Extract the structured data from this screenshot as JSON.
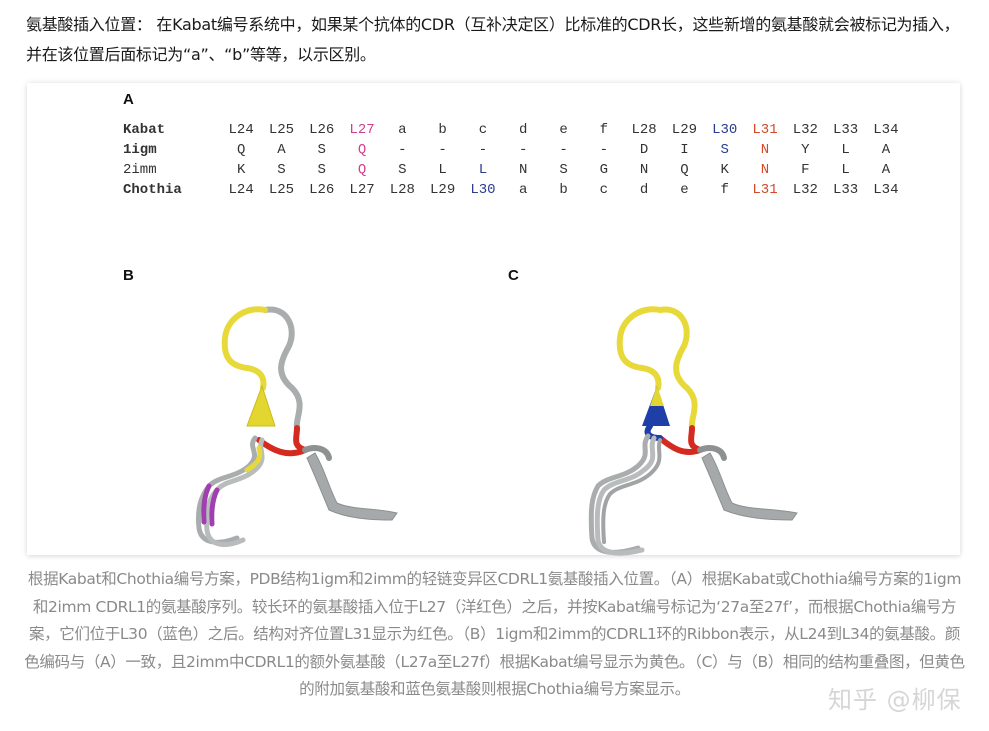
{
  "intro": {
    "text": "氨基酸插入位置： 在Kabat编号系统中，如果某个抗体的CDR（互补决定区）比标准的CDR长，这些新增的氨基酸就会被标记为插入，并在该位置后面标记为“a”、“b”等等，以示区别。"
  },
  "figure": {
    "panel_a": {
      "label": "A",
      "rows": [
        {
          "name": "Kabat",
          "bold": true,
          "cells": [
            {
              "v": "L24"
            },
            {
              "v": "L25"
            },
            {
              "v": "L26"
            },
            {
              "v": "L27",
              "color": "magenta"
            },
            {
              "v": "a"
            },
            {
              "v": "b"
            },
            {
              "v": "c"
            },
            {
              "v": "d"
            },
            {
              "v": "e"
            },
            {
              "v": "f"
            },
            {
              "v": "L28"
            },
            {
              "v": "L29"
            },
            {
              "v": "L30",
              "color": "blue"
            },
            {
              "v": "L31",
              "color": "red"
            },
            {
              "v": "L32"
            },
            {
              "v": "L33"
            },
            {
              "v": "L34"
            }
          ]
        },
        {
          "name": "1igm",
          "bold": true,
          "cells": [
            {
              "v": "Q"
            },
            {
              "v": "A"
            },
            {
              "v": "S"
            },
            {
              "v": "Q",
              "color": "magenta"
            },
            {
              "v": "-"
            },
            {
              "v": "-"
            },
            {
              "v": "-"
            },
            {
              "v": "-"
            },
            {
              "v": "-"
            },
            {
              "v": "-"
            },
            {
              "v": "D"
            },
            {
              "v": "I"
            },
            {
              "v": "S",
              "color": "blue"
            },
            {
              "v": "N",
              "color": "red"
            },
            {
              "v": "Y"
            },
            {
              "v": "L"
            },
            {
              "v": "A"
            }
          ]
        },
        {
          "name": "2imm",
          "bold": false,
          "cells": [
            {
              "v": "K"
            },
            {
              "v": "S"
            },
            {
              "v": "S"
            },
            {
              "v": "Q",
              "color": "magenta"
            },
            {
              "v": "S"
            },
            {
              "v": "L"
            },
            {
              "v": "L",
              "color": "blue"
            },
            {
              "v": "N"
            },
            {
              "v": "S"
            },
            {
              "v": "G"
            },
            {
              "v": "N"
            },
            {
              "v": "Q"
            },
            {
              "v": "K"
            },
            {
              "v": "N",
              "color": "red"
            },
            {
              "v": "F"
            },
            {
              "v": "L"
            },
            {
              "v": "A"
            }
          ]
        },
        {
          "name": "Chothia",
          "bold": true,
          "cells": [
            {
              "v": "L24"
            },
            {
              "v": "L25"
            },
            {
              "v": "L26"
            },
            {
              "v": "L27"
            },
            {
              "v": "L28"
            },
            {
              "v": "L29"
            },
            {
              "v": "L30",
              "color": "blue"
            },
            {
              "v": "a"
            },
            {
              "v": "b"
            },
            {
              "v": "c"
            },
            {
              "v": "d"
            },
            {
              "v": "e"
            },
            {
              "v": "f"
            },
            {
              "v": "L31",
              "color": "red"
            },
            {
              "v": "L32"
            },
            {
              "v": "L33"
            },
            {
              "v": "L34"
            }
          ]
        }
      ]
    },
    "panel_b": {
      "label": "B"
    },
    "panel_c": {
      "label": "C"
    },
    "colors": {
      "magenta": "#d0408a",
      "blue": "#2a3d8f",
      "red": "#d24a2a",
      "ribbon_yellow": "#e8d93a",
      "ribbon_gray": "#a9adad",
      "ribbon_red": "#d42a20",
      "ribbon_purple": "#a040b0",
      "ribbon_blue": "#1f3fa8"
    }
  },
  "caption": {
    "text": "根据Kabat和Chothia编号方案，PDB结构1igm和2imm的轻链变异区CDRL1氨基酸插入位置。（A）根据Kabat或Chothia编号方案的1igm和2imm CDRL1的氨基酸序列。较长环的氨基酸插入位于L27（洋红色）之后，并按Kabat编号标记为‘27a至27f’，而根据Chothia编号方案，它们位于L30（蓝色）之后。结构对齐位置L31显示为红色。（B）1igm和2imm的CDRL1环的Ribbon表示，从L24到L34的氨基酸。颜色编码与（A）一致，且2imm中CDRL1的额外氨基酸（L27a至L27f）根据Kabat编号显示为黄色。（C）与（B）相同的结构重叠图，但黄色的附加氨基酸和蓝色氨基酸则根据Chothia编号方案显示。"
  },
  "watermark": {
    "text": "知乎 @柳保"
  }
}
